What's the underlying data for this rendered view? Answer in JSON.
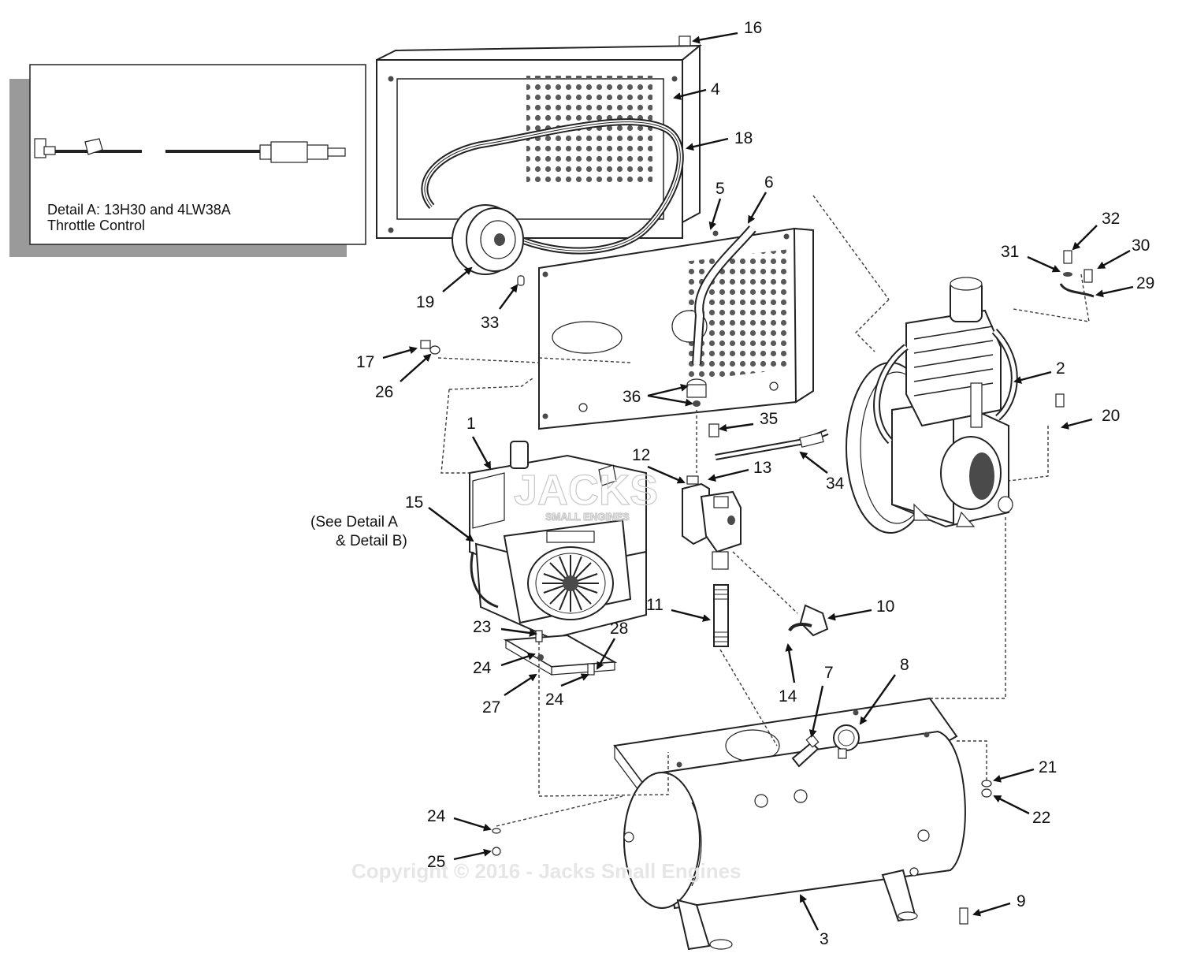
{
  "detail_box": {
    "title_line1": "Detail A: 13H30 and 4LW38A",
    "title_line2": "Throttle Control"
  },
  "notes": {
    "see_detail_line1": "(See Detail A",
    "see_detail_line2": "& Detail B)"
  },
  "watermark": "Copyright © 2016 - Jacks Small Engines",
  "logo": {
    "name": "JACKS",
    "tagline": "SMALL ENGINES"
  },
  "callouts": {
    "c1": "1",
    "c2": "2",
    "c3": "3",
    "c4": "4",
    "c5": "5",
    "c6": "6",
    "c7": "7",
    "c8": "8",
    "c9": "9",
    "c10": "10",
    "c11": "11",
    "c12": "12",
    "c13": "13",
    "c14": "14",
    "c15": "15",
    "c16": "16",
    "c17": "17",
    "c18": "18",
    "c19": "19",
    "c20": "20",
    "c21": "21",
    "c22": "22",
    "c23": "23",
    "c24a": "24",
    "c24b": "24",
    "c24c": "24",
    "c25": "25",
    "c26": "26",
    "c27": "27",
    "c28": "28",
    "c29": "29",
    "c30": "30",
    "c31": "31",
    "c32": "32",
    "c33": "33",
    "c34": "34",
    "c35": "35",
    "c36": "36"
  }
}
